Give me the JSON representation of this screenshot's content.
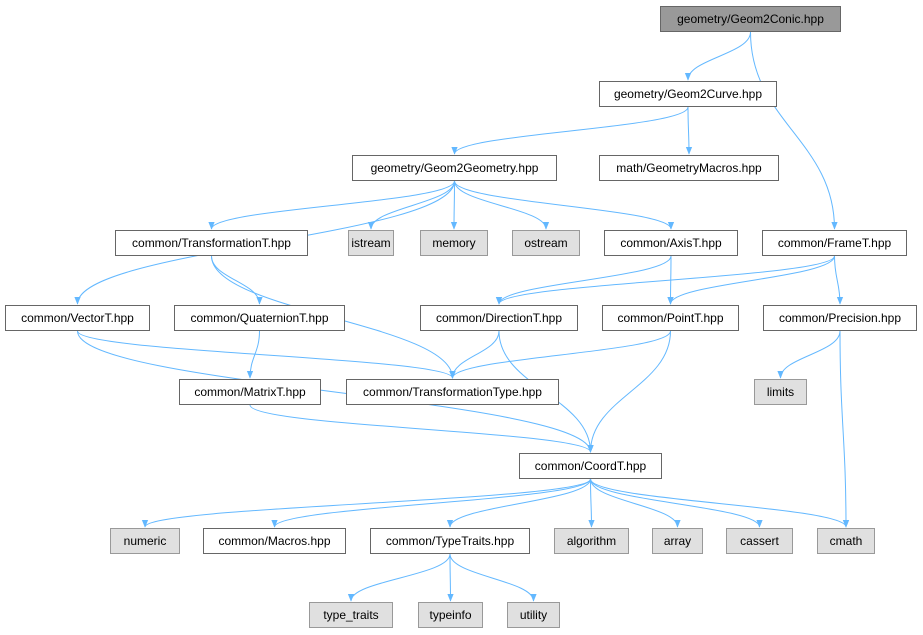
{
  "graph": {
    "edge_color": "#63b8ff",
    "root_fill": "#999999",
    "external_fill": "#e0e0e0",
    "nodes": [
      {
        "id": "geom2conic",
        "label": "geometry/Geom2Conic.hpp",
        "kind": "root"
      },
      {
        "id": "geom2curve",
        "label": "geometry/Geom2Curve.hpp",
        "kind": "file"
      },
      {
        "id": "geom2geometry",
        "label": "geometry/Geom2Geometry.hpp",
        "kind": "file"
      },
      {
        "id": "geometrymacros",
        "label": "math/GeometryMacros.hpp",
        "kind": "file"
      },
      {
        "id": "transformationT",
        "label": "common/TransformationT.hpp",
        "kind": "file"
      },
      {
        "id": "istream",
        "label": "istream",
        "kind": "external"
      },
      {
        "id": "memory",
        "label": "memory",
        "kind": "external"
      },
      {
        "id": "ostream",
        "label": "ostream",
        "kind": "external"
      },
      {
        "id": "axisT",
        "label": "common/AxisT.hpp",
        "kind": "file"
      },
      {
        "id": "frameT",
        "label": "common/FrameT.hpp",
        "kind": "file"
      },
      {
        "id": "vectorT",
        "label": "common/VectorT.hpp",
        "kind": "file"
      },
      {
        "id": "quaternionT",
        "label": "common/QuaternionT.hpp",
        "kind": "file"
      },
      {
        "id": "directionT",
        "label": "common/DirectionT.hpp",
        "kind": "file"
      },
      {
        "id": "pointT",
        "label": "common/PointT.hpp",
        "kind": "file"
      },
      {
        "id": "precision",
        "label": "common/Precision.hpp",
        "kind": "file"
      },
      {
        "id": "matrixT",
        "label": "common/MatrixT.hpp",
        "kind": "file"
      },
      {
        "id": "transformationType",
        "label": "common/TransformationType.hpp",
        "kind": "file"
      },
      {
        "id": "limits",
        "label": "limits",
        "kind": "external"
      },
      {
        "id": "coordT",
        "label": "common/CoordT.hpp",
        "kind": "file"
      },
      {
        "id": "numeric",
        "label": "numeric",
        "kind": "external"
      },
      {
        "id": "macros",
        "label": "common/Macros.hpp",
        "kind": "file"
      },
      {
        "id": "typeTraits",
        "label": "common/TypeTraits.hpp",
        "kind": "file"
      },
      {
        "id": "algorithm",
        "label": "algorithm",
        "kind": "external"
      },
      {
        "id": "array",
        "label": "array",
        "kind": "external"
      },
      {
        "id": "cassert",
        "label": "cassert",
        "kind": "external"
      },
      {
        "id": "cmath",
        "label": "cmath",
        "kind": "external"
      },
      {
        "id": "type_traits",
        "label": "type_traits",
        "kind": "external"
      },
      {
        "id": "typeinfo",
        "label": "typeinfo",
        "kind": "external"
      },
      {
        "id": "utility",
        "label": "utility",
        "kind": "external"
      }
    ],
    "edges": [
      [
        "geom2conic",
        "geom2curve"
      ],
      [
        "geom2conic",
        "frameT"
      ],
      [
        "geom2curve",
        "geom2geometry"
      ],
      [
        "geom2curve",
        "geometrymacros"
      ],
      [
        "geom2geometry",
        "vectorT"
      ],
      [
        "geom2geometry",
        "transformationT"
      ],
      [
        "geom2geometry",
        "istream"
      ],
      [
        "geom2geometry",
        "memory"
      ],
      [
        "geom2geometry",
        "ostream"
      ],
      [
        "geom2geometry",
        "axisT"
      ],
      [
        "transformationT",
        "quaternionT"
      ],
      [
        "transformationT",
        "transformationType"
      ],
      [
        "axisT",
        "directionT"
      ],
      [
        "axisT",
        "pointT"
      ],
      [
        "frameT",
        "directionT"
      ],
      [
        "frameT",
        "pointT"
      ],
      [
        "frameT",
        "precision"
      ],
      [
        "vectorT",
        "transformationType"
      ],
      [
        "vectorT",
        "coordT"
      ],
      [
        "quaternionT",
        "matrixT"
      ],
      [
        "directionT",
        "transformationType"
      ],
      [
        "directionT",
        "coordT"
      ],
      [
        "pointT",
        "transformationType"
      ],
      [
        "pointT",
        "coordT"
      ],
      [
        "precision",
        "limits"
      ],
      [
        "precision",
        "cmath"
      ],
      [
        "matrixT",
        "coordT"
      ],
      [
        "coordT",
        "numeric"
      ],
      [
        "coordT",
        "macros"
      ],
      [
        "coordT",
        "typeTraits"
      ],
      [
        "coordT",
        "algorithm"
      ],
      [
        "coordT",
        "array"
      ],
      [
        "coordT",
        "cassert"
      ],
      [
        "coordT",
        "cmath"
      ],
      [
        "typeTraits",
        "type_traits"
      ],
      [
        "typeTraits",
        "typeinfo"
      ],
      [
        "typeTraits",
        "utility"
      ]
    ]
  }
}
